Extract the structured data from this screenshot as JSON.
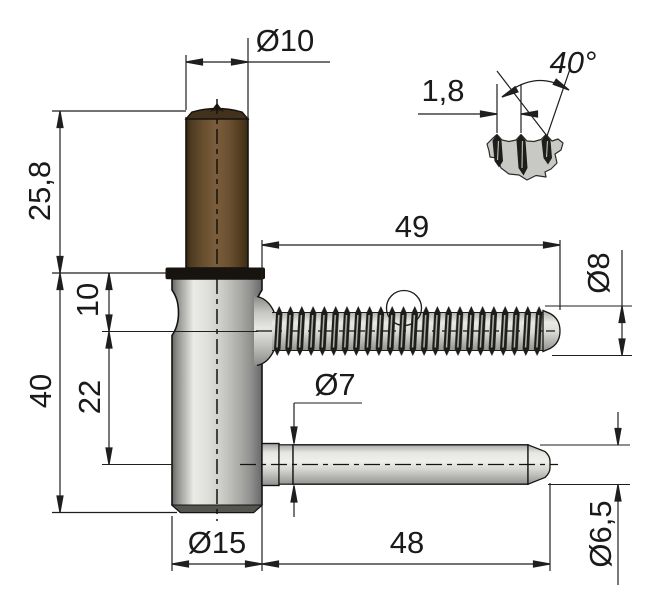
{
  "drawing": {
    "type": "technical-drawing",
    "subject": "drill-in door hinge, two studs, section detail of wood-screw thread",
    "units": "mm (comma decimal separator)",
    "colors": {
      "background": "#ffffff",
      "outline": "#1a1a1a",
      "pin_brown": "#6e5233",
      "body_gray": "#c9c9c5",
      "cap_black": "#171410"
    }
  },
  "labels": {
    "pin_diameter": "Ø10",
    "pin_length": "25,8",
    "offset_top": "10",
    "offset_pins": "22",
    "body_length": "40",
    "thread_length": "49",
    "thread_diameter": "Ø8",
    "collar_diameter": "Ø7",
    "body_diameter": "Ø15",
    "stud_length": "48",
    "tip_diameter": "Ø6,5",
    "thread_pitch": "1,8",
    "thread_angle": "40°"
  }
}
